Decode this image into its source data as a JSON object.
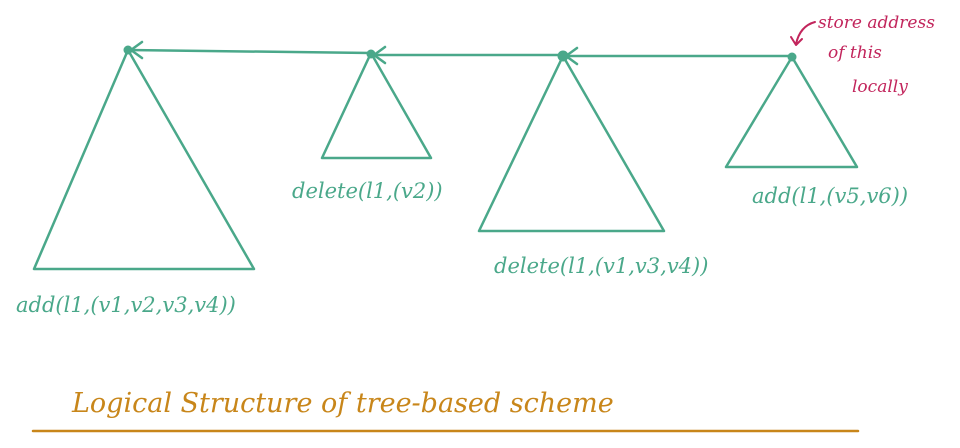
{
  "colors": {
    "tree": "#4aa88a",
    "note": "#c2255c",
    "title": "#c8861a"
  },
  "labels": {
    "tree1": "add(l1,(v1,v2,v3,v4))",
    "tree2": "delete(l1,(v2))",
    "tree3": "delete(l1,(v1,v3,v4))",
    "tree4": "add(l1,(v5,v6))"
  },
  "note": {
    "line1": "store address",
    "line2": "of this",
    "line3": "locally"
  },
  "title": "Logical Structure of tree-based scheme"
}
